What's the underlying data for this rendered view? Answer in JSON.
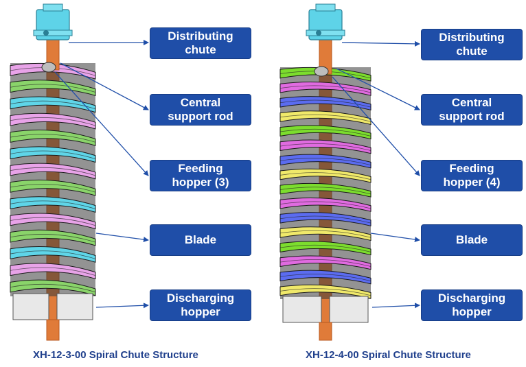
{
  "colors": {
    "label_bg": "#1f4ea8",
    "label_border": "#173d86",
    "label_text": "#ffffff",
    "caption_text": "#1f3f8c",
    "leader_line": "#1f4ea8",
    "central_rod": "#e07b39",
    "distributor": "#5ed3e8",
    "left_spiral_colors": [
      "#e8a3e8",
      "#8ad46a",
      "#5fd5e8"
    ],
    "right_spiral_colors": [
      "#7cdd2e",
      "#e06be0",
      "#5b6cf0",
      "#f0e96a"
    ]
  },
  "left_unit": {
    "caption": "XH-12-3-00 Spiral Chute Structure",
    "labels": {
      "distributing_chute": [
        "Distributing",
        "chute"
      ],
      "central_support_rod": [
        "Central",
        "support rod"
      ],
      "feeding_hopper": [
        "Feeding",
        "hopper (3)"
      ],
      "blade": [
        "Blade"
      ],
      "discharging_hopper": [
        "Discharging",
        "hopper"
      ]
    }
  },
  "right_unit": {
    "caption": "XH-12-4-00 Spiral Chute Structure",
    "labels": {
      "distributing_chute": [
        "Distributing",
        "chute"
      ],
      "central_support_rod": [
        "Central",
        "support rod"
      ],
      "feeding_hopper": [
        "Feeding",
        "hopper (4)"
      ],
      "blade": [
        "Blade"
      ],
      "discharging_hopper": [
        "Discharging",
        "hopper"
      ]
    }
  }
}
